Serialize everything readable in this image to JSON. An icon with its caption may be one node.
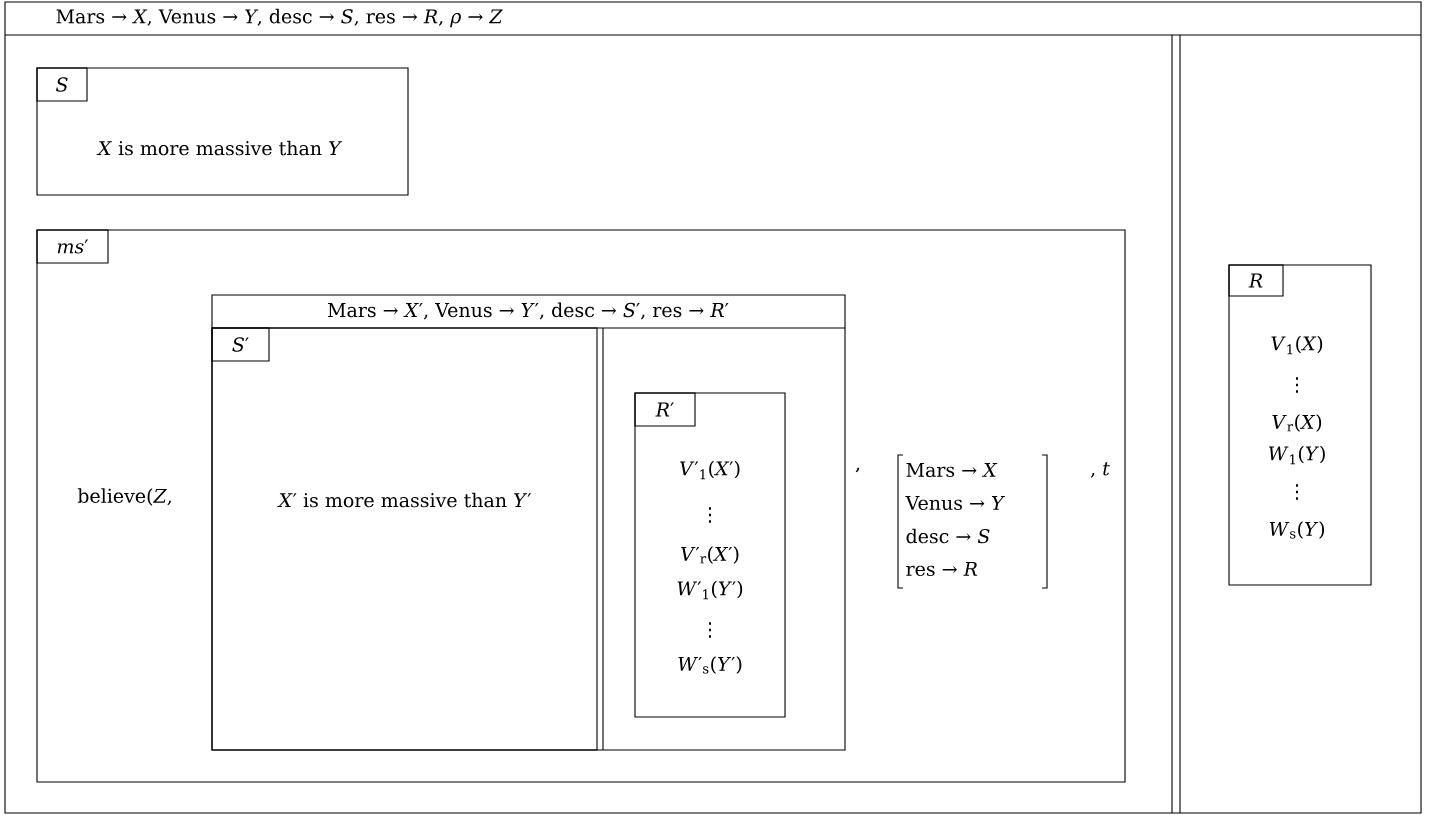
{
  "diagram": {
    "nodes": [
      {
        "text": [
          "Mars → *X*,  Venus → *Y*,  desc → *S*,  res → *R*,  *ρ* → *Z*"
        ]
      },
      {
        "text": [
          "*S*",
          "*X* is more massive than *Y*"
        ],
        "in": 0
      },
      {
        "text": [
          "*ms*′",
          "believe(*Z*,",
          ",",
          "Mars → *X*",
          "Venus → *Y*",
          "desc → *S*",
          "res → *R*",
          ", *t*"
        ],
        "in": 0
      },
      {
        "text": [
          "Mars → *X*′, Venus → *Y*′,  desc → *S*′,  res → *R*′"
        ],
        "in": 2
      },
      {
        "text": [
          "*S*′",
          "*X*′ is more massive than *Y*′"
        ],
        "in": 3
      },
      {
        "text": [
          "*R*′",
          "*V*′$_{1}$(*X*′)",
          "⋮",
          "*V*′$_{r}$(*X*′)",
          "*W*′$_{1}$(*Y*′)",
          "⋮",
          "*W*′$_{s}$(*Y*′)"
        ],
        "in": 3
      },
      {
        "text": [
          "*R*",
          "*V*$_{1}$(*X*)",
          "⋮",
          "*V*$_{r}$(*X*)",
          "*W*$_{1}$(*Y*)",
          "⋮",
          "*W*$_{s}$(*Y*)"
        ],
        "in": 0
      }
    ]
  }
}
